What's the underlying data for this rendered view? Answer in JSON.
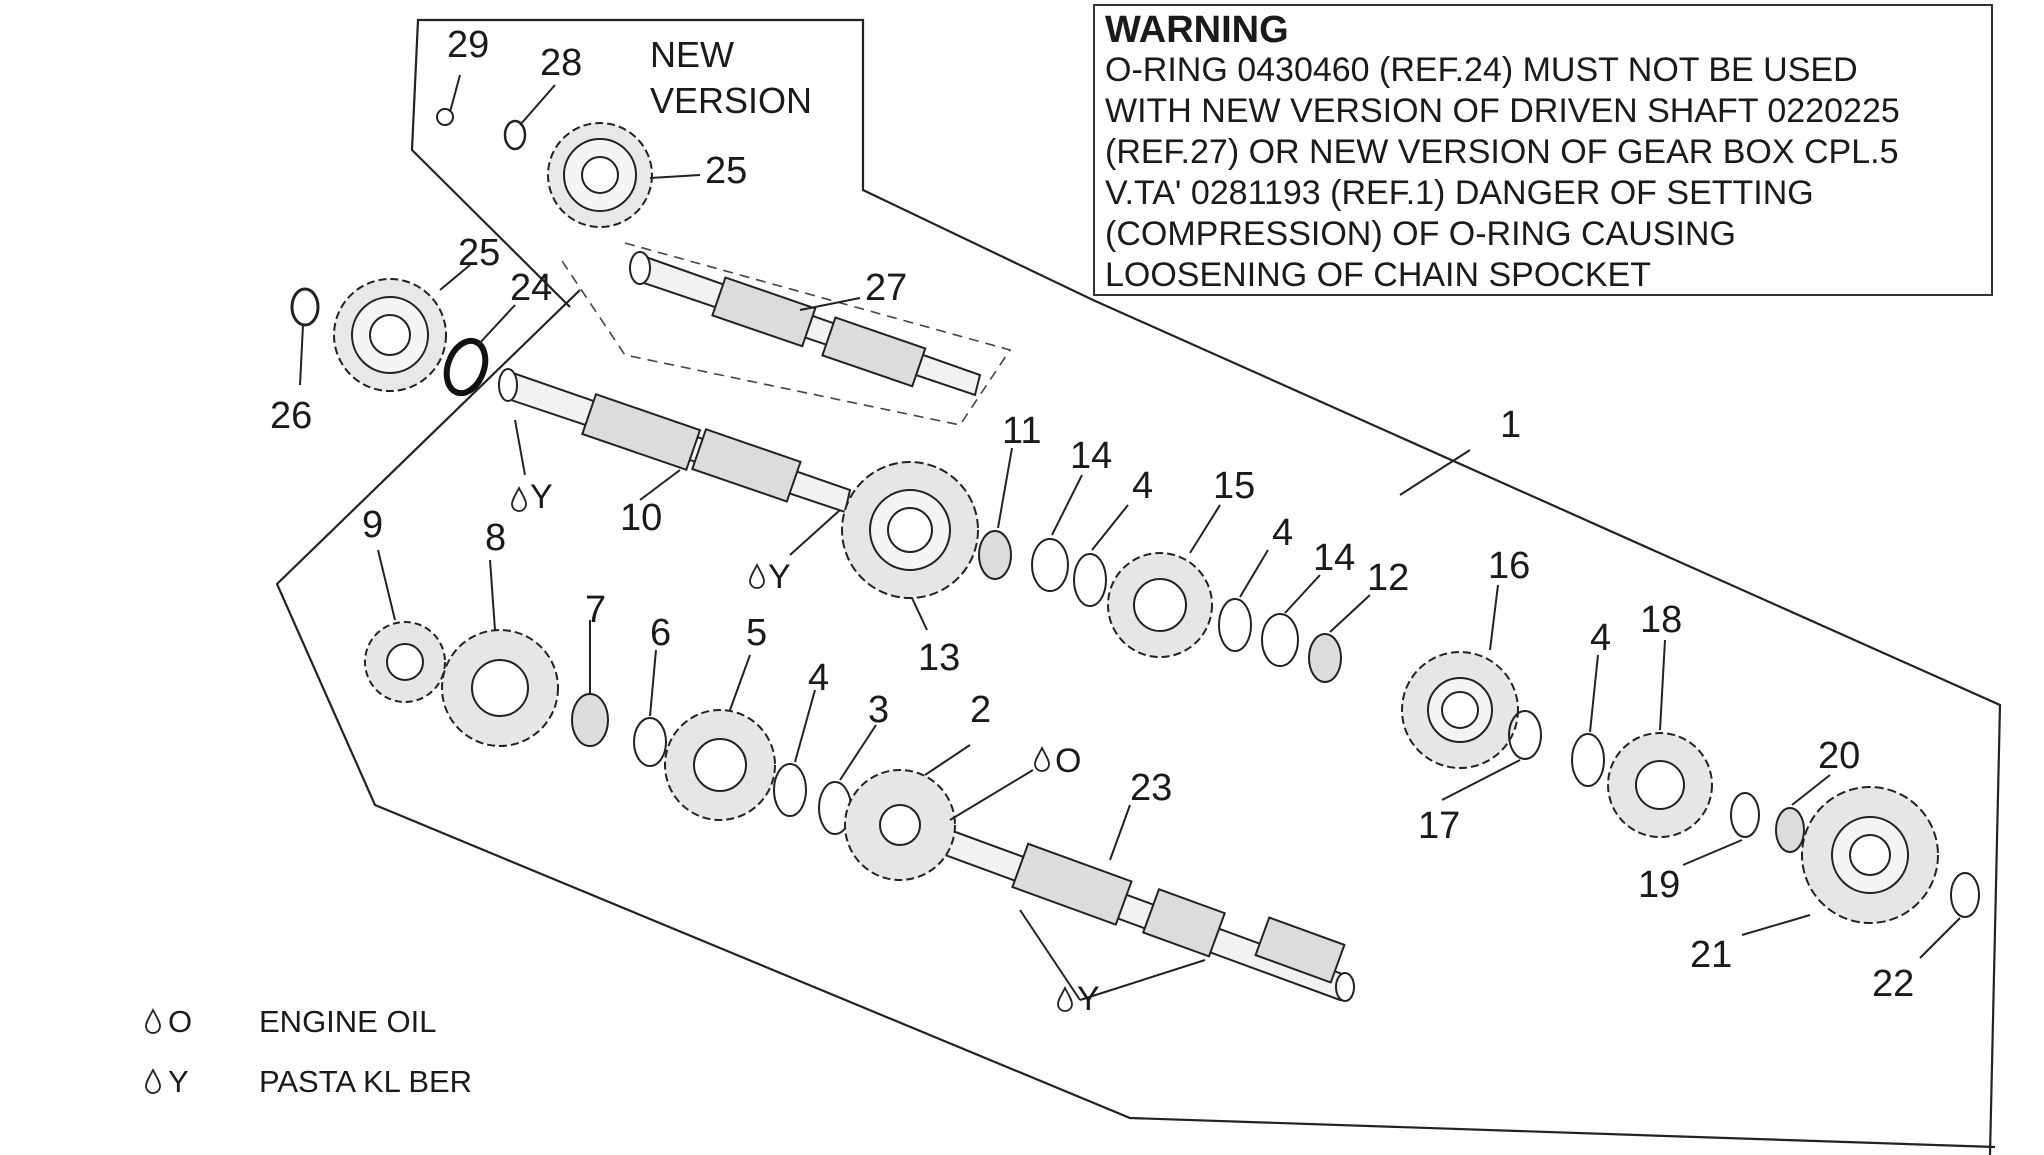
{
  "new_version_label": [
    "NEW",
    "VERSION"
  ],
  "warning": {
    "title": "WARNING",
    "lines": [
      "O-RING 0430460 (REF.24) MUST NOT BE USED",
      "WITH NEW VERSION OF DRIVEN SHAFT 0220225",
      "(REF.27) OR NEW VERSION OF GEAR BOX CPL.5",
      "V.TA' 0281193 (REF.1) DANGER OF SETTING",
      "(COMPRESSION) OF O-RING CAUSING",
      "LOOSENING OF CHAIN SPOCKET"
    ]
  },
  "lube_marks": {
    "y": "Y",
    "o": "O"
  },
  "callouts": [
    {
      "id": "29",
      "text": "29"
    },
    {
      "id": "28",
      "text": "28"
    },
    {
      "id": "25a",
      "text": "25"
    },
    {
      "id": "25b",
      "text": "25"
    },
    {
      "id": "24",
      "text": "24"
    },
    {
      "id": "26",
      "text": "26"
    },
    {
      "id": "27",
      "text": "27"
    },
    {
      "id": "10",
      "text": "10"
    },
    {
      "id": "1",
      "text": "1"
    },
    {
      "id": "11",
      "text": "11"
    },
    {
      "id": "14a",
      "text": "14"
    },
    {
      "id": "4a",
      "text": "4"
    },
    {
      "id": "15",
      "text": "15"
    },
    {
      "id": "4b",
      "text": "4"
    },
    {
      "id": "14b",
      "text": "14"
    },
    {
      "id": "12",
      "text": "12"
    },
    {
      "id": "16",
      "text": "16"
    },
    {
      "id": "13",
      "text": "13"
    },
    {
      "id": "9",
      "text": "9"
    },
    {
      "id": "8",
      "text": "8"
    },
    {
      "id": "7",
      "text": "7"
    },
    {
      "id": "6",
      "text": "6"
    },
    {
      "id": "5",
      "text": "5"
    },
    {
      "id": "4c",
      "text": "4"
    },
    {
      "id": "3",
      "text": "3"
    },
    {
      "id": "2",
      "text": "2"
    },
    {
      "id": "23",
      "text": "23"
    },
    {
      "id": "4d",
      "text": "4"
    },
    {
      "id": "18",
      "text": "18"
    },
    {
      "id": "17",
      "text": "17"
    },
    {
      "id": "20",
      "text": "20"
    },
    {
      "id": "19",
      "text": "19"
    },
    {
      "id": "21",
      "text": "21"
    },
    {
      "id": "22",
      "text": "22"
    }
  ],
  "legend": [
    {
      "symbol": "O",
      "label": "ENGINE OIL"
    },
    {
      "symbol": "Y",
      "label": "PASTA KL BER"
    }
  ]
}
